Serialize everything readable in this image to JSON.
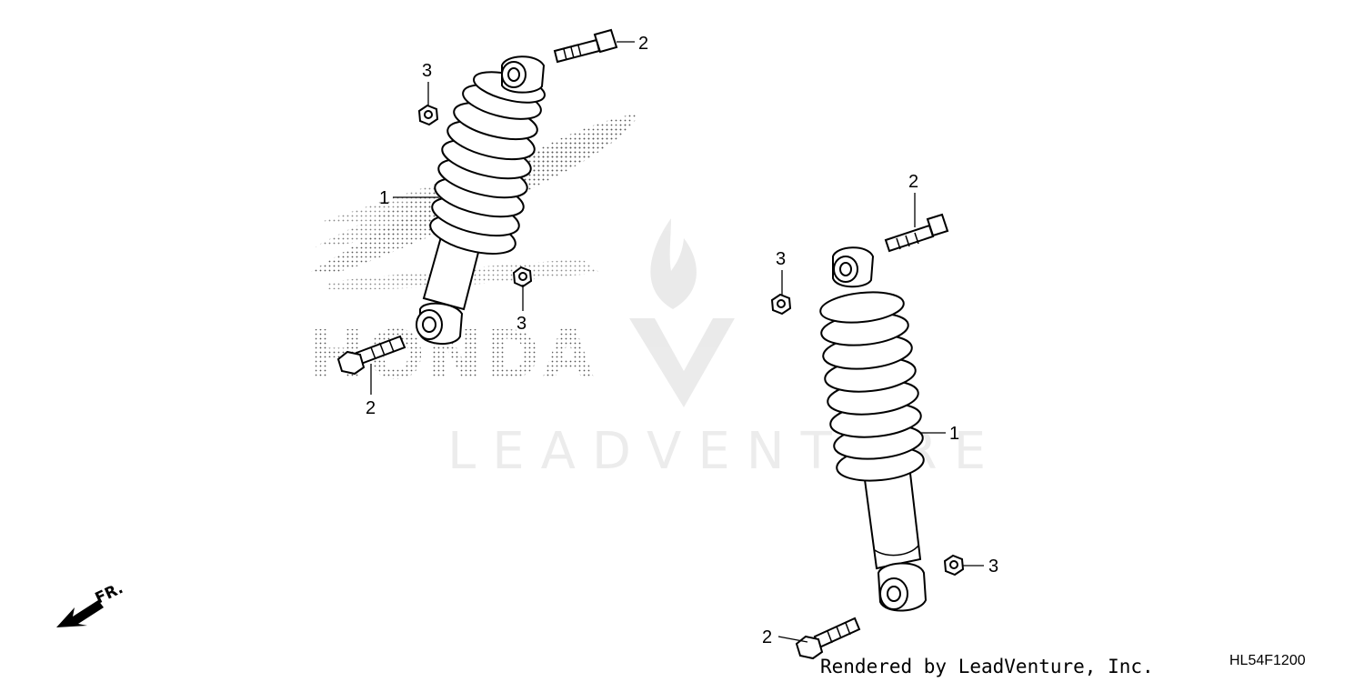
{
  "diagram": {
    "brand_watermark": "HONDA",
    "site_watermark": "LEADVENTURE",
    "direction_label": "FR.",
    "credit": "Rendered by LeadVenture, Inc.",
    "diagram_code": "HL54F1200",
    "callouts": [
      {
        "id": "c-left-bolt-top",
        "label": "2"
      },
      {
        "id": "c-left-nut-top",
        "label": "3"
      },
      {
        "id": "c-left-shock",
        "label": "1"
      },
      {
        "id": "c-left-nut-bottom",
        "label": "3"
      },
      {
        "id": "c-left-bolt-bottom",
        "label": "2"
      },
      {
        "id": "c-right-bolt-top",
        "label": "2"
      },
      {
        "id": "c-right-nut-top",
        "label": "3"
      },
      {
        "id": "c-right-shock",
        "label": "1"
      },
      {
        "id": "c-right-nut-bottom",
        "label": "3"
      },
      {
        "id": "c-right-bolt-bottom",
        "label": "2"
      }
    ]
  }
}
